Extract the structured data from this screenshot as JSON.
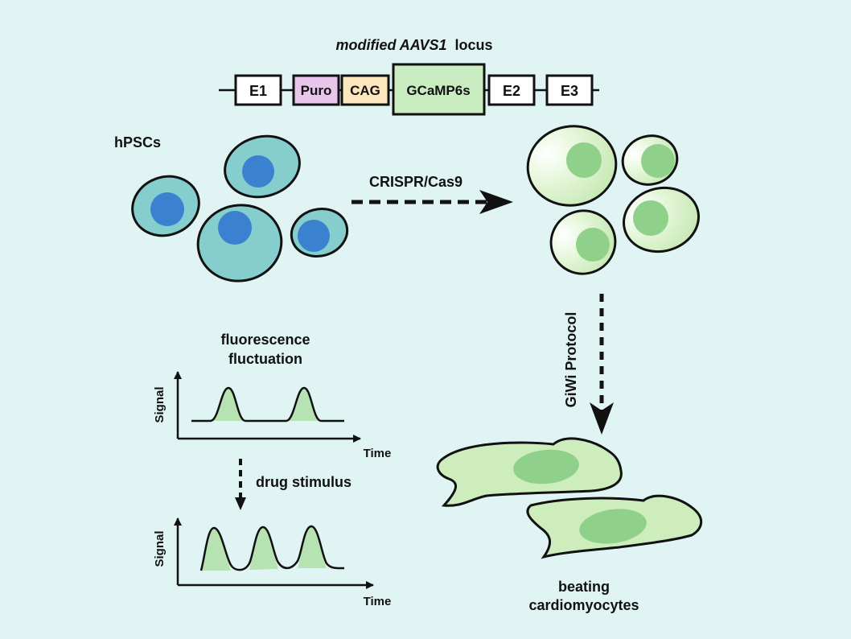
{
  "locus": {
    "title_italic": "modified AAVS1",
    "title_rest": "locus",
    "elements": [
      "E1",
      "Puro",
      "CAG",
      "GCaMP6s",
      "E2",
      "E3"
    ]
  },
  "labels": {
    "hpscs": "hPSCs",
    "crispr": "CRISPR/Cas9",
    "giwi": "GiWi Protocol",
    "fluorescence_line1": "fluorescence",
    "fluorescence_line2": "fluctuation",
    "drug": "drug stimulus",
    "beating_line1": "beating",
    "beating_line2": "cardiomyocytes"
  },
  "plots": {
    "top": {
      "ylabel": "Signal",
      "xlabel": "Time"
    },
    "bottom": {
      "ylabel": "Signal",
      "xlabel": "Time"
    }
  },
  "colors": {
    "background": "#e0f4f4",
    "stem_cell": "#86cdcd",
    "stem_nucleus": "#3a82cf",
    "green_cell": "#cdedbd",
    "green_nucleus": "#8fd08a",
    "puro_box": "#e8c6ec",
    "cag_box": "#fbe6bd",
    "gcamp_box": "#c9edc0"
  }
}
